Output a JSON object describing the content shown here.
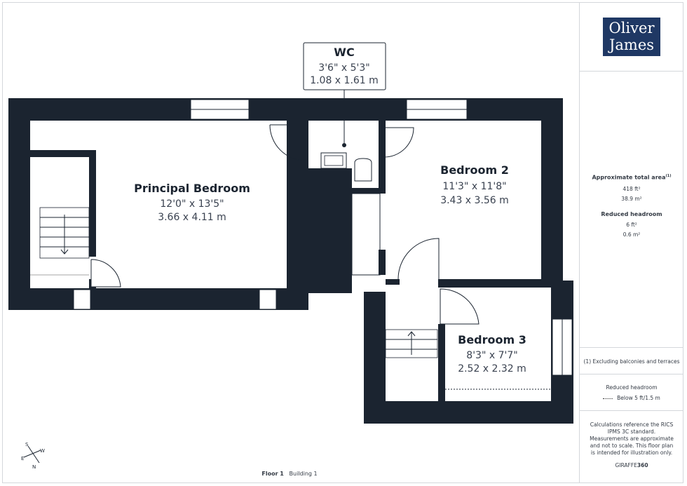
{
  "brand": {
    "line1": "Oliver",
    "line2": "James",
    "color": "#1f3864"
  },
  "rooms": {
    "wc": {
      "name": "WC",
      "imperial": "3'6\" x 5'3\"",
      "metric": "1.08 x 1.61 m"
    },
    "principal": {
      "name": "Principal Bedroom",
      "imperial": "12'0\" x 13'5\"",
      "metric": "3.66 x 4.11 m"
    },
    "bedroom2": {
      "name": "Bedroom 2",
      "imperial": "11'3\" x 11'8\"",
      "metric": "3.43 x 3.56 m"
    },
    "bedroom3": {
      "name": "Bedroom 3",
      "imperial": "8'3\" x 7'7\"",
      "metric": "2.52 x 2.32 m"
    }
  },
  "sidebar": {
    "area_title": "Approximate total area",
    "area_note": "(1)",
    "area_ft": "418 ft²",
    "area_m": "38.9 m²",
    "headroom_title": "Reduced headroom",
    "headroom_ft": "6 ft²",
    "headroom_m": "0.6 m²",
    "excluding": "(1) Excluding balconies and terraces",
    "legend_title": "Reduced headroom",
    "legend_item": "Below 5 ft/1.5 m",
    "disclaimer": "Calculations reference the RICS IPMS 3C standard. Measurements are approximate and not to scale. This floor plan is intended for illustration only.",
    "giraffe_a": "GIRAFFE",
    "giraffe_b": "360"
  },
  "footer": {
    "floor": "Floor 1",
    "building": "Building 1"
  },
  "compass": {
    "s": "S",
    "w": "W",
    "e": "E",
    "n": "N"
  },
  "colors": {
    "wall": "#1b2430",
    "window": "#ffffff"
  }
}
